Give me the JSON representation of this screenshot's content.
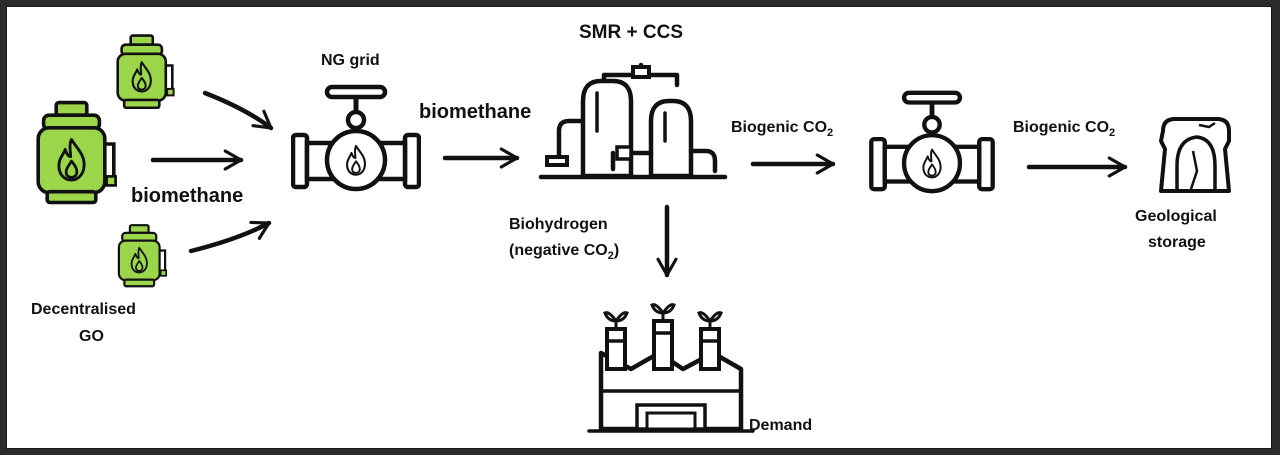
{
  "labels": {
    "title": "SMR + CCS",
    "ng_grid": "NG grid",
    "biomethane_left": "biomethane",
    "biomethane_mid": "biomethane",
    "biogenic_1_main": "Biogenic CO",
    "biogenic_1_sub": "2",
    "biogenic_2_main": "Biogenic CO",
    "biogenic_2_sub": "2",
    "biohydrogen": "Biohydrogen",
    "negative_main": "(negative CO",
    "negative_sub": "2",
    "negative_close": ")",
    "decentralised": "Decentralised",
    "go": "GO",
    "geological": "Geological",
    "storage": "storage",
    "demand": "Demand"
  },
  "colors": {
    "cylinder_fill": "#9bd54a",
    "outline": "#111111",
    "background": "#ffffff",
    "frame": "#2b2b2b"
  },
  "icons": [
    "gas-cylinder-icon",
    "pipeline-valve-icon",
    "smr-plant-icon",
    "factory-icon",
    "cave-storage-icon",
    "flame-icon"
  ]
}
